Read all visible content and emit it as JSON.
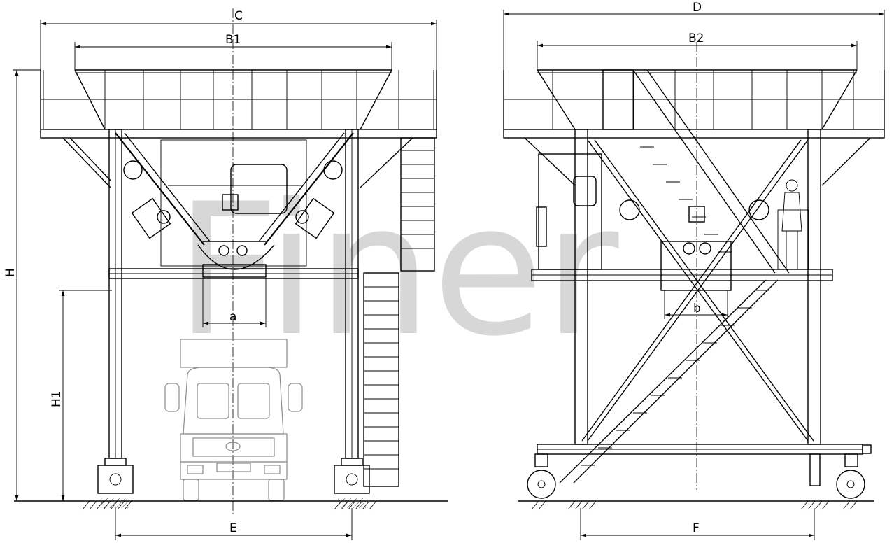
{
  "watermark": "Finer",
  "dimensions": {
    "C": "C",
    "B1": "B1",
    "D": "D",
    "B2": "B2",
    "H": "H",
    "H1": "H1",
    "a": "a",
    "b": "b",
    "E": "E",
    "F": "F"
  },
  "views": [
    "front-elevation",
    "side-elevation"
  ],
  "colors": {
    "line": "#000000",
    "watermark": "#b8b8b8",
    "truck": "#8c8c8c",
    "background": "#ffffff"
  }
}
